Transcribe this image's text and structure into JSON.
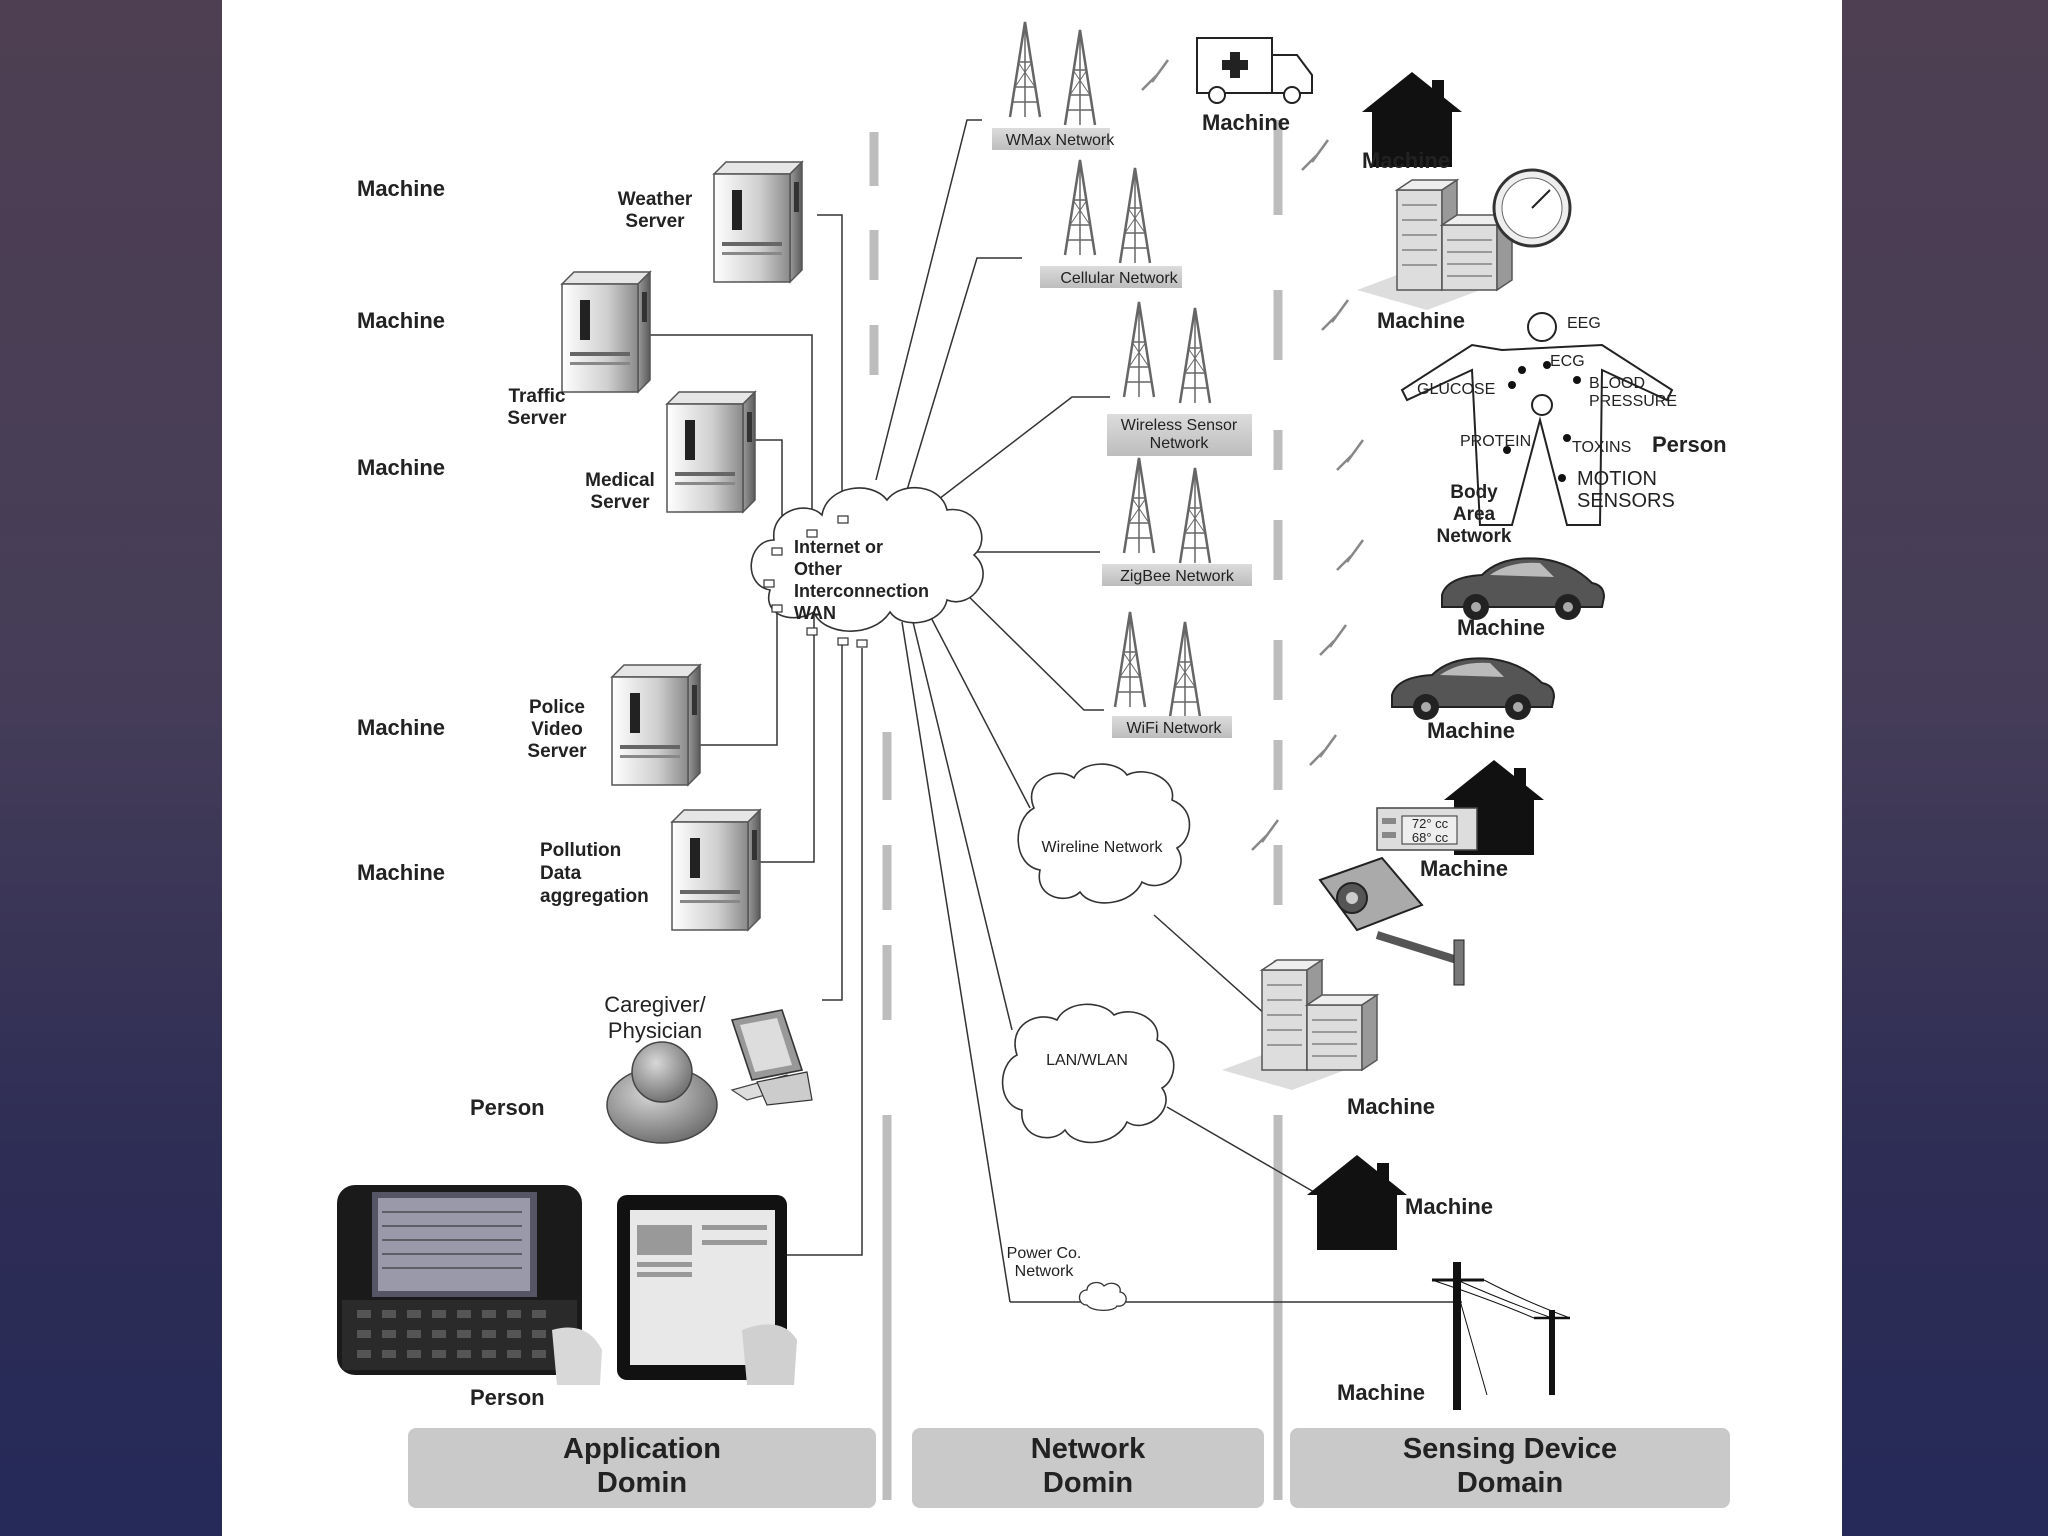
{
  "labels": {
    "app_machine_1": "Machine",
    "app_machine_2": "Machine",
    "app_machine_3": "Machine",
    "app_machine_4": "Machine",
    "app_machine_5": "Machine",
    "app_person_1": "Person",
    "app_person_2": "Person",
    "weather_server": [
      "Weather",
      "Server"
    ],
    "traffic_server": [
      "Traffic",
      "Server"
    ],
    "medical_server": [
      "Medical",
      "Server"
    ],
    "police_server": [
      "Police",
      "Video",
      "Server"
    ],
    "pollution": [
      "Pollution",
      "Data",
      "aggregation"
    ],
    "caregiver": [
      "Caregiver/",
      "Physician"
    ],
    "internet": [
      "Internet or",
      "Other",
      "Interconnection",
      "WAN"
    ],
    "wmax": "WMax Network",
    "cellular": "Cellular Network",
    "wsn": [
      "Wireless Sensor",
      "Network"
    ],
    "zigbee": "ZigBee Network",
    "wifi": "WiFi Network",
    "wireline": "Wireline Network",
    "lan": "LAN/WLAN",
    "power": [
      "Power Co.",
      "Network"
    ],
    "s_machine_ambulance": "Machine",
    "s_machine_house": "Machine",
    "s_machine_building": "Machine",
    "s_machine_car1": "Machine",
    "s_machine_car2": "Machine",
    "s_machine_thermo": "Machine",
    "s_machine_camera": "Machine",
    "s_machine_house2": "Machine",
    "s_machine_pole": "Machine",
    "s_person": "Person",
    "eeg": "EEG",
    "ecg": "ECG",
    "glucose": "GLUCOSE",
    "blood": [
      "BLOOD",
      "PRESSURE"
    ],
    "protein": "PROTEIN",
    "toxins": "TOXINS",
    "motion": [
      "MOTION",
      "SENSORS"
    ],
    "ban": [
      "Body",
      "Area",
      "Network"
    ],
    "thermo": [
      "72° cc",
      "68° cc"
    ]
  },
  "domains": {
    "application": [
      "Application",
      "Domin"
    ],
    "network": [
      "Network",
      "Domin"
    ],
    "sensing": [
      "Sensing Device",
      "Domain"
    ]
  }
}
